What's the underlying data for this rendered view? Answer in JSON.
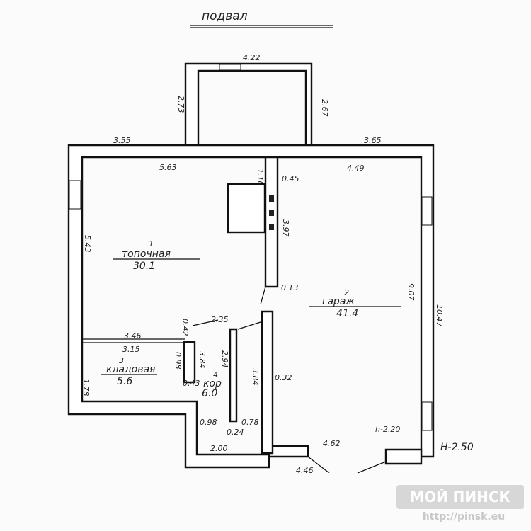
{
  "title": "подвал",
  "rooms": [
    {
      "number": "1",
      "name": "топочная",
      "area": "30.1"
    },
    {
      "number": "2",
      "name": "гараж",
      "area": "41.4"
    },
    {
      "number": "3",
      "name": "кладовая",
      "area": "5.6"
    },
    {
      "number": "4",
      "name": "кор",
      "area": "6.0"
    }
  ],
  "dims": {
    "annex_top": "4.22",
    "annex_left": "2.73",
    "annex_right": "2.67",
    "top_left": "3.55",
    "top_right": "3.65",
    "inner_top": "5.63",
    "inner_top_right": "4.49",
    "d110": "1.10",
    "d045": "0.45",
    "d397": "3.97",
    "d013": "0.13",
    "left": "5.43",
    "right_inner": "9.07",
    "right_outer": "10.47",
    "d042": "0.42",
    "d235": "2.35",
    "d346": "3.46",
    "d315": "3.15",
    "d098a": "0.98",
    "d384a": "3.84",
    "d294": "2.94",
    "d384b": "3.84",
    "d032": "0.32",
    "d043": "0.43",
    "d178": "1.78",
    "d098b": "0.98",
    "d024": "0.24",
    "d078": "0.78",
    "d200": "2.00",
    "d446": "4.46",
    "d462": "4.62",
    "h_inner": "h-2.20",
    "h_outer": "H-2.50"
  },
  "watermark": {
    "brand": "МОЙ ПИНСК",
    "url": "http://pinsk.eu"
  }
}
